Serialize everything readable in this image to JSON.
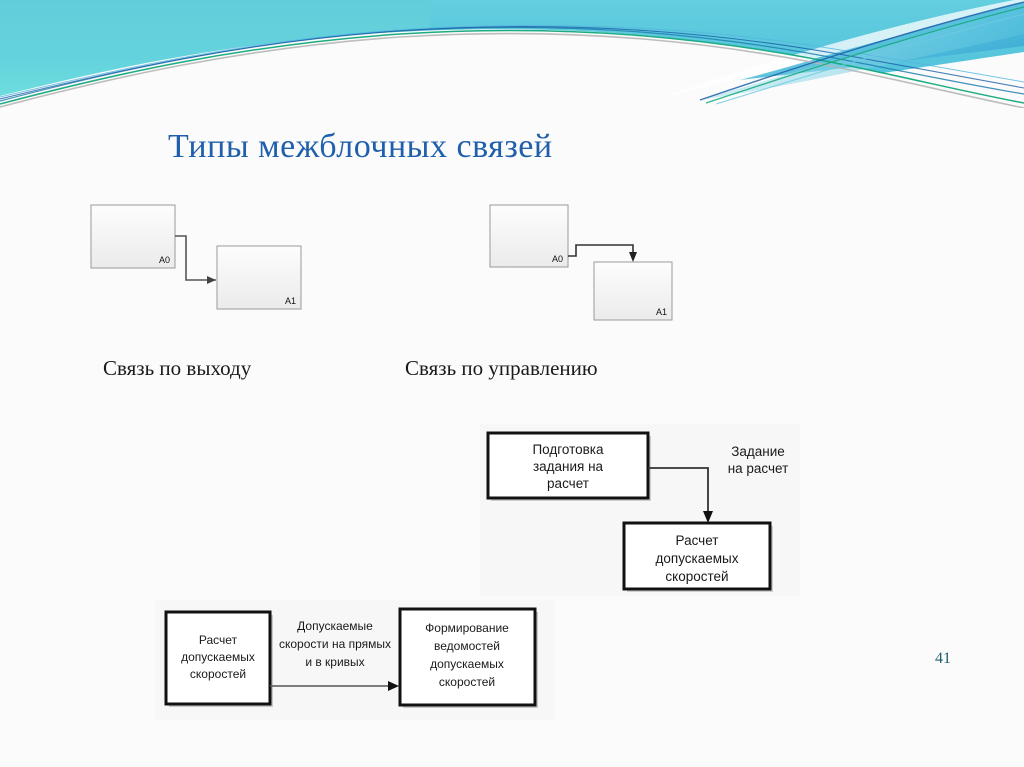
{
  "slide": {
    "title": "Типы межблочных связей",
    "page_number": "41",
    "title_color": "#1f5fab",
    "page_number_color": "#1f5f6b",
    "background_color": "#fbfbfb"
  },
  "header": {
    "name": "decorative-wave-banner",
    "colors": {
      "teal_light": "#7fd9de",
      "teal_mid": "#49c3d6",
      "cyan_band": "#45b9d8",
      "cyan_band_light": "#8ad6e8",
      "green_accent": "#12a87b",
      "blue_accent": "#1b5fa8",
      "grey_accent": "#b6b6b6",
      "white": "#ffffff"
    }
  },
  "diagrams": {
    "output_link": {
      "caption": "Связь по выходу",
      "box_a": "A0",
      "box_b": "A1",
      "arrow_description": "right-down-right into left side of A1"
    },
    "control_link": {
      "caption": "Связь по управлению",
      "box_a": "A0",
      "box_b": "A1",
      "arrow_description": "right-up-right-down into top side of A1"
    }
  },
  "figures": {
    "task_calculation": {
      "block_1": [
        "Подготовка",
        "задания на",
        "расчет"
      ],
      "arrow_label": [
        "Задание",
        "на расчет"
      ],
      "block_2": [
        "Расчет",
        "допускаемых",
        "скоростей"
      ]
    },
    "speed_statements": {
      "block_1": [
        "Расчет",
        "допускаемых",
        "скоростей"
      ],
      "arrow_label": [
        "Допускаемые",
        "скорости на прямых",
        "и в кривых"
      ],
      "block_2": [
        "Формирование",
        "ведомостей",
        "допускаемых",
        "скоростей"
      ]
    }
  }
}
